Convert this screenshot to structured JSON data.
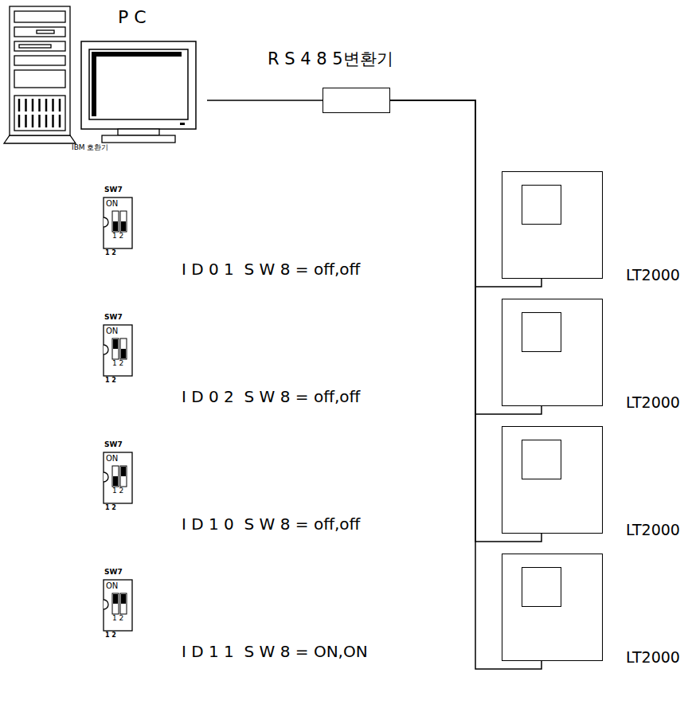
{
  "diagram": {
    "nodes": [
      {
        "text": [
          "P C"
        ]
      },
      {
        "text": [
          "R S 4 8 5변환기"
        ]
      },
      {
        "text": [
          "LT2000"
        ]
      },
      {
        "text": [
          "LT2000"
        ]
      },
      {
        "text": [
          "LT2000"
        ]
      },
      {
        "text": [
          "LT2000"
        ]
      }
    ],
    "edges": [
      {
        "from": 0,
        "to": 1,
        "arrow": "none"
      },
      {
        "from": 1,
        "to": 2,
        "arrow": "none"
      },
      {
        "from": 1,
        "to": 3,
        "arrow": "none"
      },
      {
        "from": 1,
        "to": 4,
        "arrow": "none"
      },
      {
        "from": 1,
        "to": 5,
        "arrow": "none"
      }
    ],
    "labels": [
      "IBM 호환기",
      "SW7",
      "ON",
      "1 2",
      "1 2",
      "I D 0 1  S W 8 = off,off",
      "SW7",
      "ON",
      "1 2",
      "1 2",
      "I D 0 2  S W 8 = off,off",
      "SW7",
      "ON",
      "1 2",
      "1 2",
      "I D 1 0  S W 8 = off,off",
      "SW7",
      "ON",
      "1 2",
      "1 2",
      "I D 1 1  S W 8 = ON,ON"
    ]
  }
}
